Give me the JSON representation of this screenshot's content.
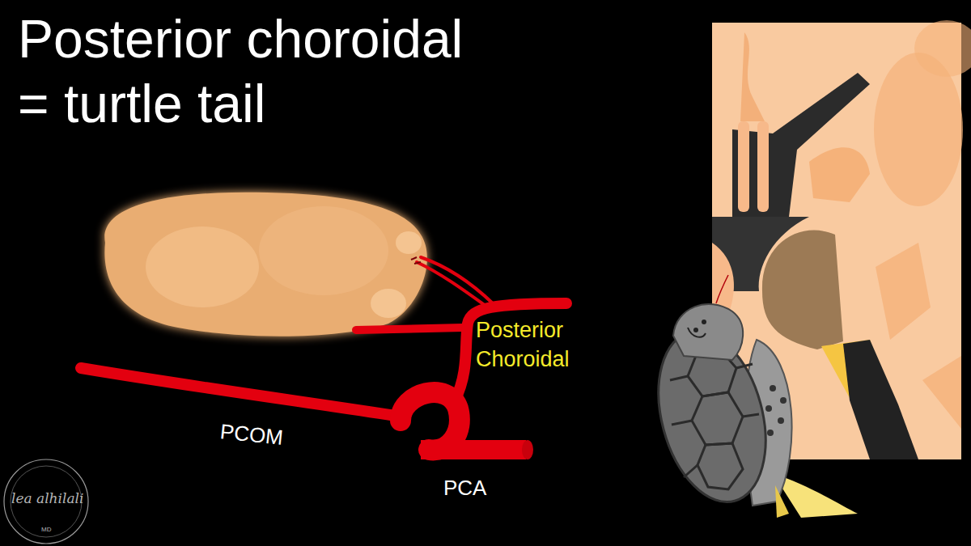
{
  "diagram": {
    "title": "Posterior choroidal = turtle tail",
    "labels": [
      "Posterior Choroidal",
      "PCOM",
      "PCA",
      "lea alhilali",
      "MD"
    ]
  }
}
